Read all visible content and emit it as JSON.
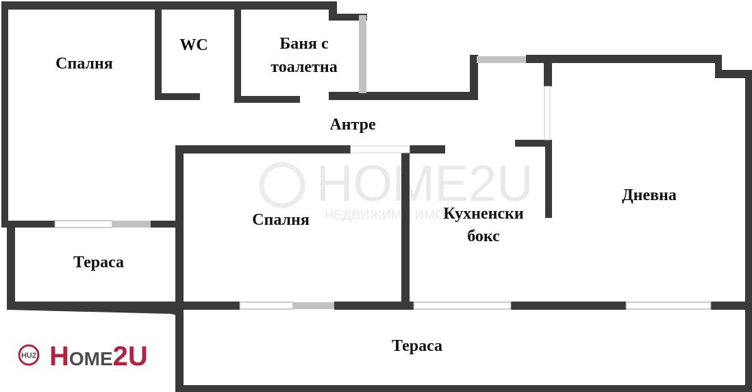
{
  "rooms": {
    "bedroom_1": "Спалня",
    "wc": "WC",
    "bathroom": [
      "Баня с",
      "тоалетна"
    ],
    "hallway": "Антре",
    "bedroom_2": "Спалня",
    "kitchenette": [
      "Кухненски",
      "бокс"
    ],
    "living_room": "Дневна",
    "terrace_small": "Тераса",
    "terrace_large": "Тераса"
  },
  "logo": {
    "brand_part1": "H",
    "brand_part2": "OME",
    "brand_part3": "2U",
    "badge": "HU2"
  },
  "watermark": {
    "brand": "HOME2U",
    "tagline": "НЕДВИЖИМИ ИМОТИ"
  },
  "colors": {
    "wall": "#3a3a3c",
    "window": "#c2c2c2",
    "brand_red": "#b5223f",
    "brand_gray": "#4d4d4f"
  }
}
